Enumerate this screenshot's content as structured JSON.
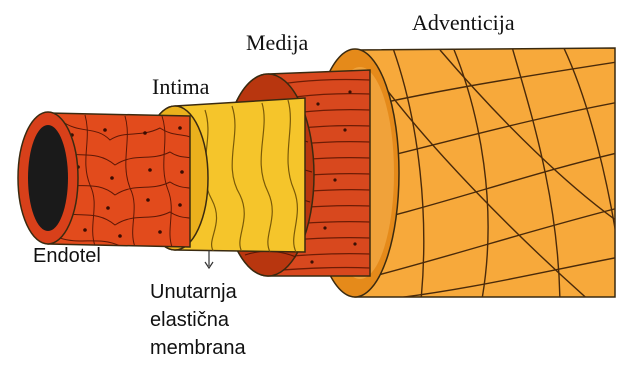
{
  "labels": {
    "adventicija": "Adventicija",
    "medija": "Medija",
    "intima": "Intima",
    "endotel": "Endotel",
    "membrane_line1": "Unutarnja",
    "membrane_line2": "elastična",
    "membrane_line3": "membrana"
  },
  "colors": {
    "adventitia_fill": "#f7a93b",
    "adventitia_rim": "#e07f12",
    "media_fill": "#d8481e",
    "media_dark": "#8a2508",
    "intima_fill": "#f5c52b",
    "intima_rim": "#e9a814",
    "endothelium_fill": "#e24b1c",
    "lumen": "#1a1a1a",
    "outline": "#3a2a10"
  }
}
